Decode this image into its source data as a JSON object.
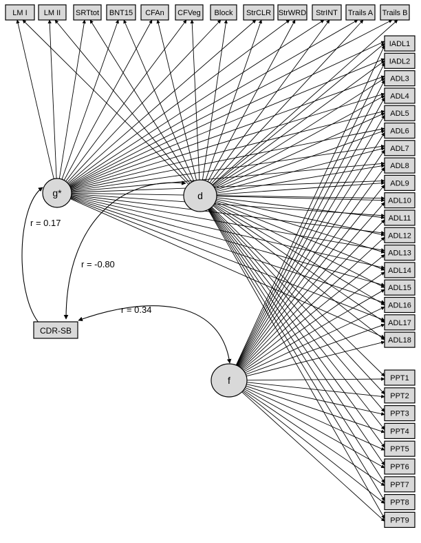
{
  "top_indicators": [
    "LM I",
    "LM II",
    "SRTtot",
    "BNT15",
    "CFAn",
    "CFVeg",
    "Block",
    "StrCLR",
    "StrWRD",
    "StrINT",
    "Trails A",
    "Trails B"
  ],
  "adl_indicators": [
    "IADL1",
    "IADL2",
    "ADL3",
    "ADL4",
    "ADL5",
    "ADL6",
    "ADL7",
    "ADL8",
    "ADL9",
    "ADL10",
    "ADL11",
    "ADL12",
    "ADL13",
    "ADL14",
    "ADL15",
    "ADL16",
    "ADL17",
    "ADL18"
  ],
  "ppt_indicators": [
    "PPT1",
    "PPT2",
    "PPT3",
    "PPT4",
    "PPT5",
    "PPT6",
    "PPT7",
    "PPT8",
    "PPT9"
  ],
  "latents": {
    "g": "g*",
    "d": "d",
    "f": "f"
  },
  "outcome": "CDR-SB",
  "correlations": [
    {
      "between": [
        "g*",
        "CDR-SB"
      ],
      "label": "r = 0.17"
    },
    {
      "between": [
        "d",
        "CDR-SB"
      ],
      "label": "r = -0.80"
    },
    {
      "between": [
        "CDR-SB",
        "f"
      ],
      "label": "r = 0.34"
    }
  ]
}
